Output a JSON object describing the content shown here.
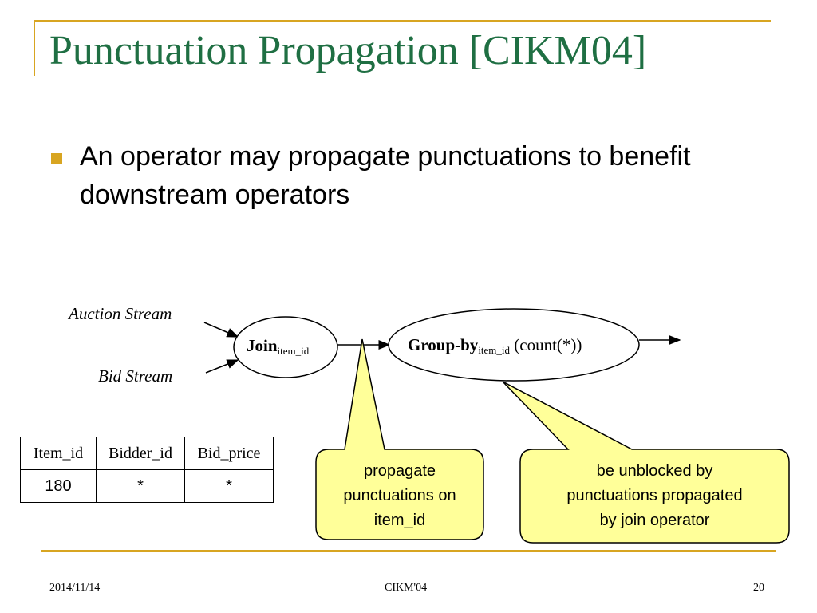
{
  "slide": {
    "title": "Punctuation Propagation [CIKM04]",
    "bullet": "An operator may propagate punctuations to benefit downstream operators"
  },
  "diagram": {
    "auction_stream": "Auction Stream",
    "bid_stream": "Bid Stream",
    "join": {
      "name": "Join",
      "subscript": "item_id"
    },
    "groupby": {
      "name": "Group-by",
      "subscript": "item_id",
      "suffix": " (count(*))"
    },
    "callout_left": [
      "propagate",
      "punctuations on",
      "item_id"
    ],
    "callout_right": [
      "be unblocked by",
      "punctuations propagated",
      "by join operator"
    ]
  },
  "table": {
    "headers": [
      "Item_id",
      "Bidder_id",
      "Bid_price"
    ],
    "rows": [
      [
        "180",
        "*",
        "*"
      ]
    ]
  },
  "footer": {
    "date": "2014/11/14",
    "center": "CIKM'04",
    "page": "20"
  },
  "colors": {
    "title": "#1f6f43",
    "accent": "#d8a521",
    "callout_fill": "#ffff99"
  }
}
